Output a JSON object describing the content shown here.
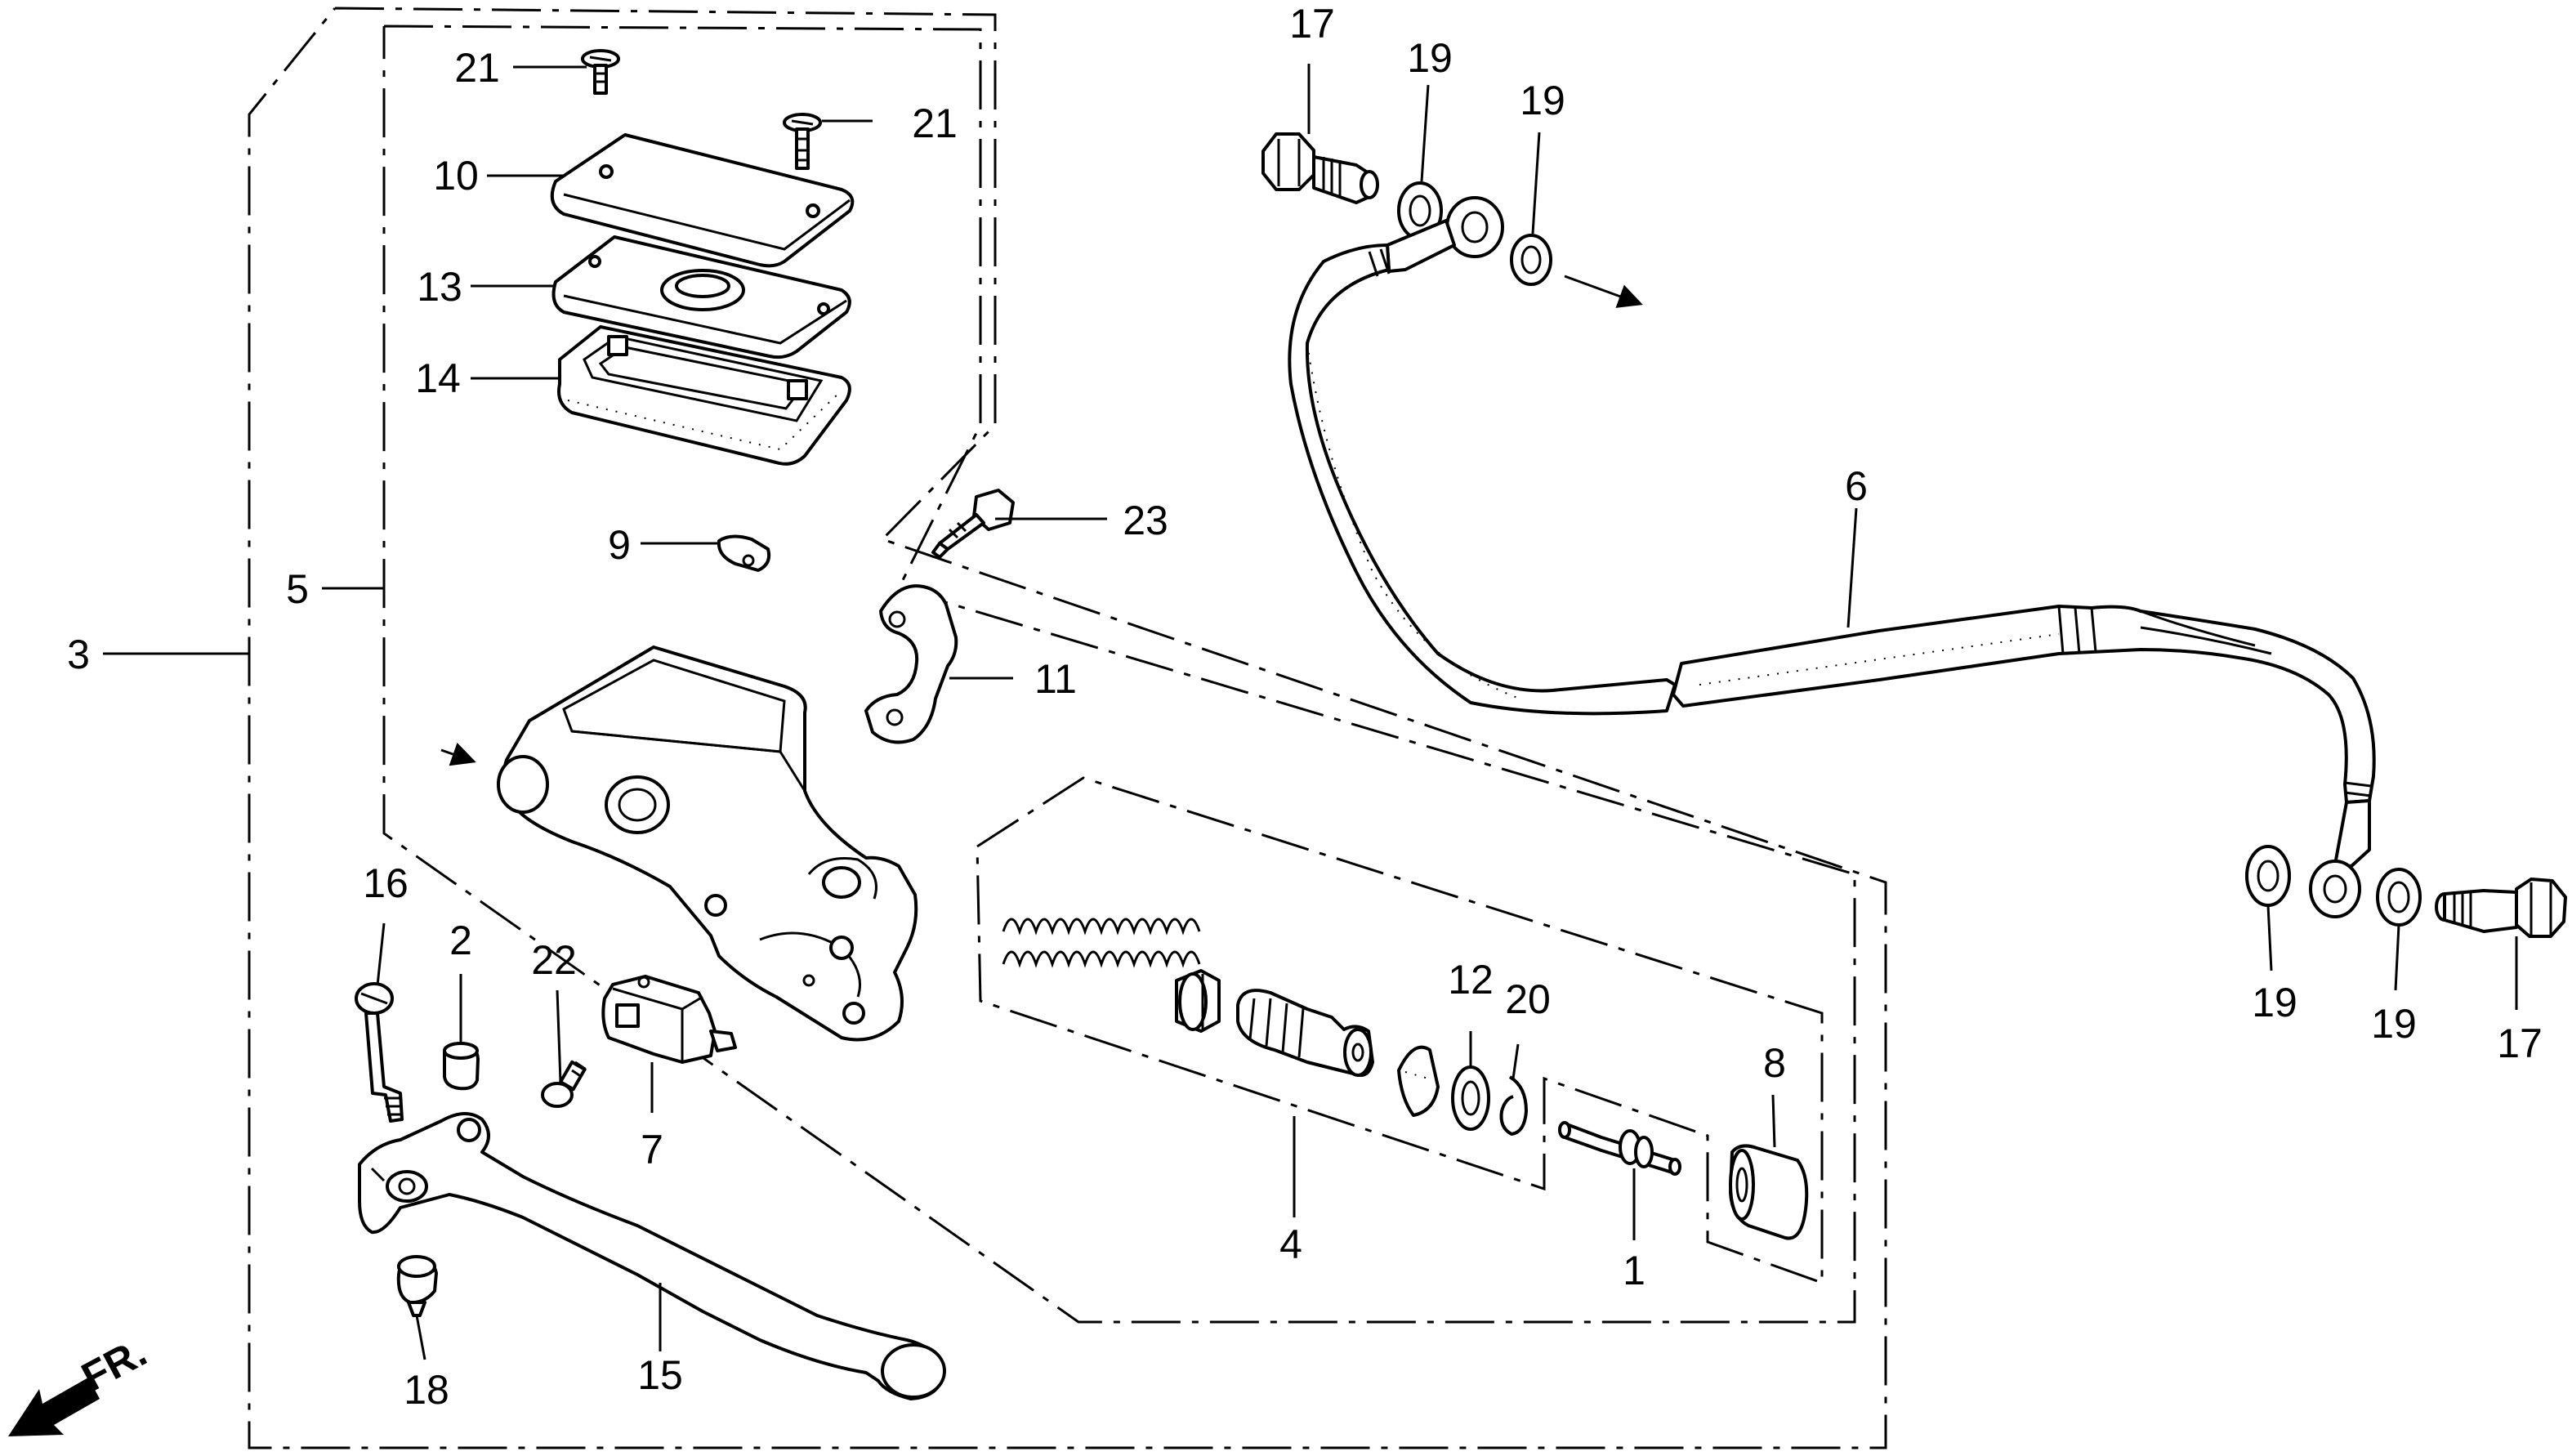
{
  "diagram": {
    "part_numbers": [
      "1",
      "2",
      "3",
      "4",
      "5",
      "6",
      "7",
      "8",
      "9",
      "10",
      "11",
      "12",
      "13",
      "14",
      "15",
      "16",
      "17",
      "17",
      "18",
      "19",
      "19",
      "19",
      "19",
      "20",
      "21",
      "21",
      "22",
      "23"
    ],
    "direction_label": "FR."
  }
}
